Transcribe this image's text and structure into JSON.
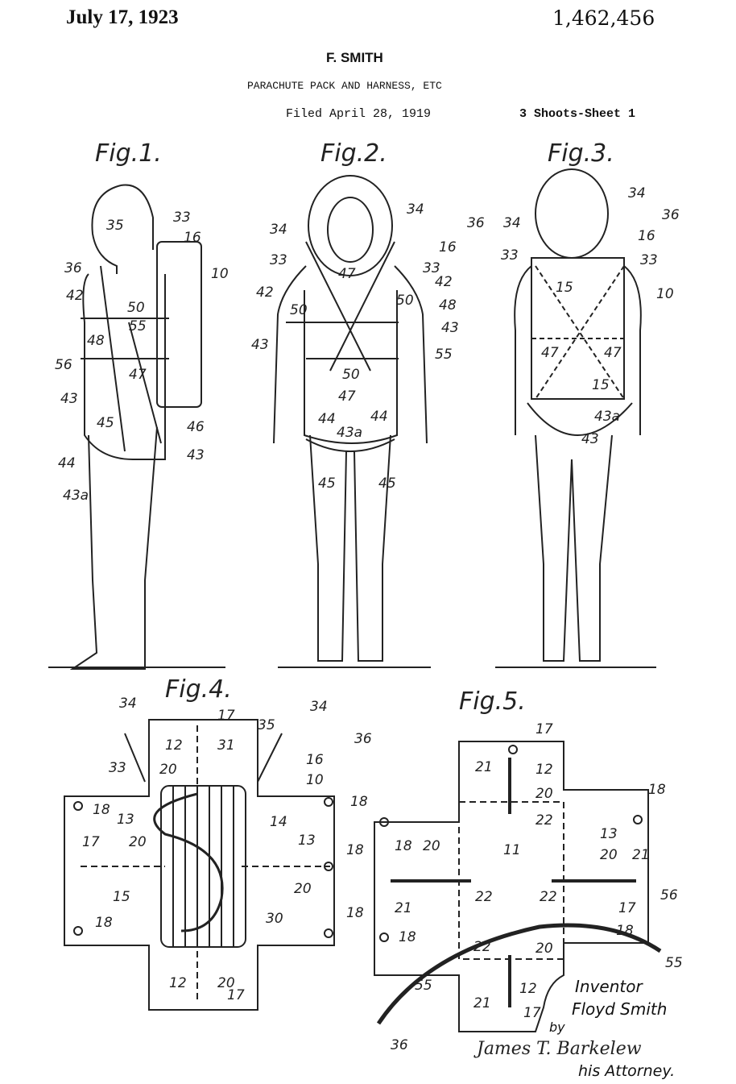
{
  "header": {
    "date": "July 17, 1923",
    "patent_number": "1,462,456",
    "inventor": "F. SMITH",
    "title": "PARACHUTE PACK AND HARNESS, ETC",
    "filed": "Filed April 28, 1919",
    "sheet": "3 Shoots-Sheet 1"
  },
  "figures": [
    {
      "label": "Fig.1.",
      "numerals": [
        "36",
        "35",
        "33",
        "16",
        "10",
        "42",
        "50",
        "55",
        "48",
        "56",
        "47",
        "43",
        "45",
        "46",
        "44",
        "43",
        "43a"
      ]
    },
    {
      "label": "Fig.2.",
      "numerals": [
        "34",
        "34",
        "36",
        "16",
        "33",
        "33",
        "47",
        "42",
        "42",
        "50",
        "50",
        "48",
        "43",
        "43",
        "55",
        "50",
        "47",
        "44",
        "43a",
        "44",
        "45",
        "45"
      ]
    },
    {
      "label": "Fig.3.",
      "numerals": [
        "34",
        "34",
        "36",
        "16",
        "33",
        "33",
        "15",
        "10",
        "47",
        "47",
        "15",
        "43a",
        "43"
      ]
    },
    {
      "label": "Fig.4.",
      "numerals": [
        "34",
        "17",
        "35",
        "34",
        "36",
        "33",
        "12",
        "31",
        "20",
        "16",
        "10",
        "18",
        "18",
        "13",
        "20",
        "14",
        "13",
        "17",
        "18",
        "15",
        "20",
        "30",
        "18",
        "18",
        "12",
        "20",
        "17"
      ]
    },
    {
      "label": "Fig.5.",
      "numerals": [
        "17",
        "21",
        "12",
        "20",
        "22",
        "18",
        "13",
        "20",
        "21",
        "18",
        "20",
        "11",
        "21",
        "22",
        "22",
        "17",
        "56",
        "18",
        "18",
        "55",
        "22",
        "20",
        "55",
        "12",
        "21",
        "17",
        "36"
      ]
    }
  ],
  "signature": {
    "inventor_label": "Inventor",
    "inventor_name": "Floyd Smith",
    "by": "by",
    "attorney_signature": "James T. Barkelew",
    "attorney_label": "his Attorney."
  }
}
